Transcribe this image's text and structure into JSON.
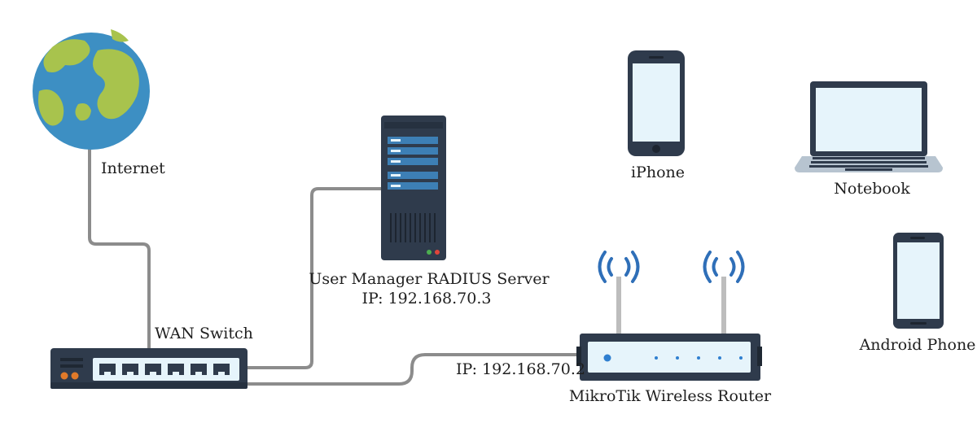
{
  "labels": {
    "internet": "Internet",
    "wan_switch": "WAN Switch",
    "radius_server_name": "User Manager RADIUS Server",
    "radius_server_ip": "IP: 192.168.70.3",
    "router_ip": "IP: 192.168.70.2",
    "router_name": "MikroTik Wireless Router",
    "iphone": "iPhone",
    "notebook": "Notebook",
    "android_phone": "Android Phone"
  },
  "colors": {
    "cable": "#8a8a8a",
    "device_dark": "#2f3b4c",
    "device_blue": "#3d7fb5",
    "screen": "#e6f4fb",
    "globe_ocean": "#3c8fc4",
    "globe_land": "#a7c24a",
    "wifi": "#2f6fb8",
    "led_green": "#4caf50",
    "led_red": "#e0453a",
    "led_orange": "#e07a2a"
  },
  "icons": [
    "globe-icon",
    "switch-icon",
    "server-icon",
    "router-icon",
    "wifi-icon",
    "phone-icon",
    "laptop-icon"
  ]
}
